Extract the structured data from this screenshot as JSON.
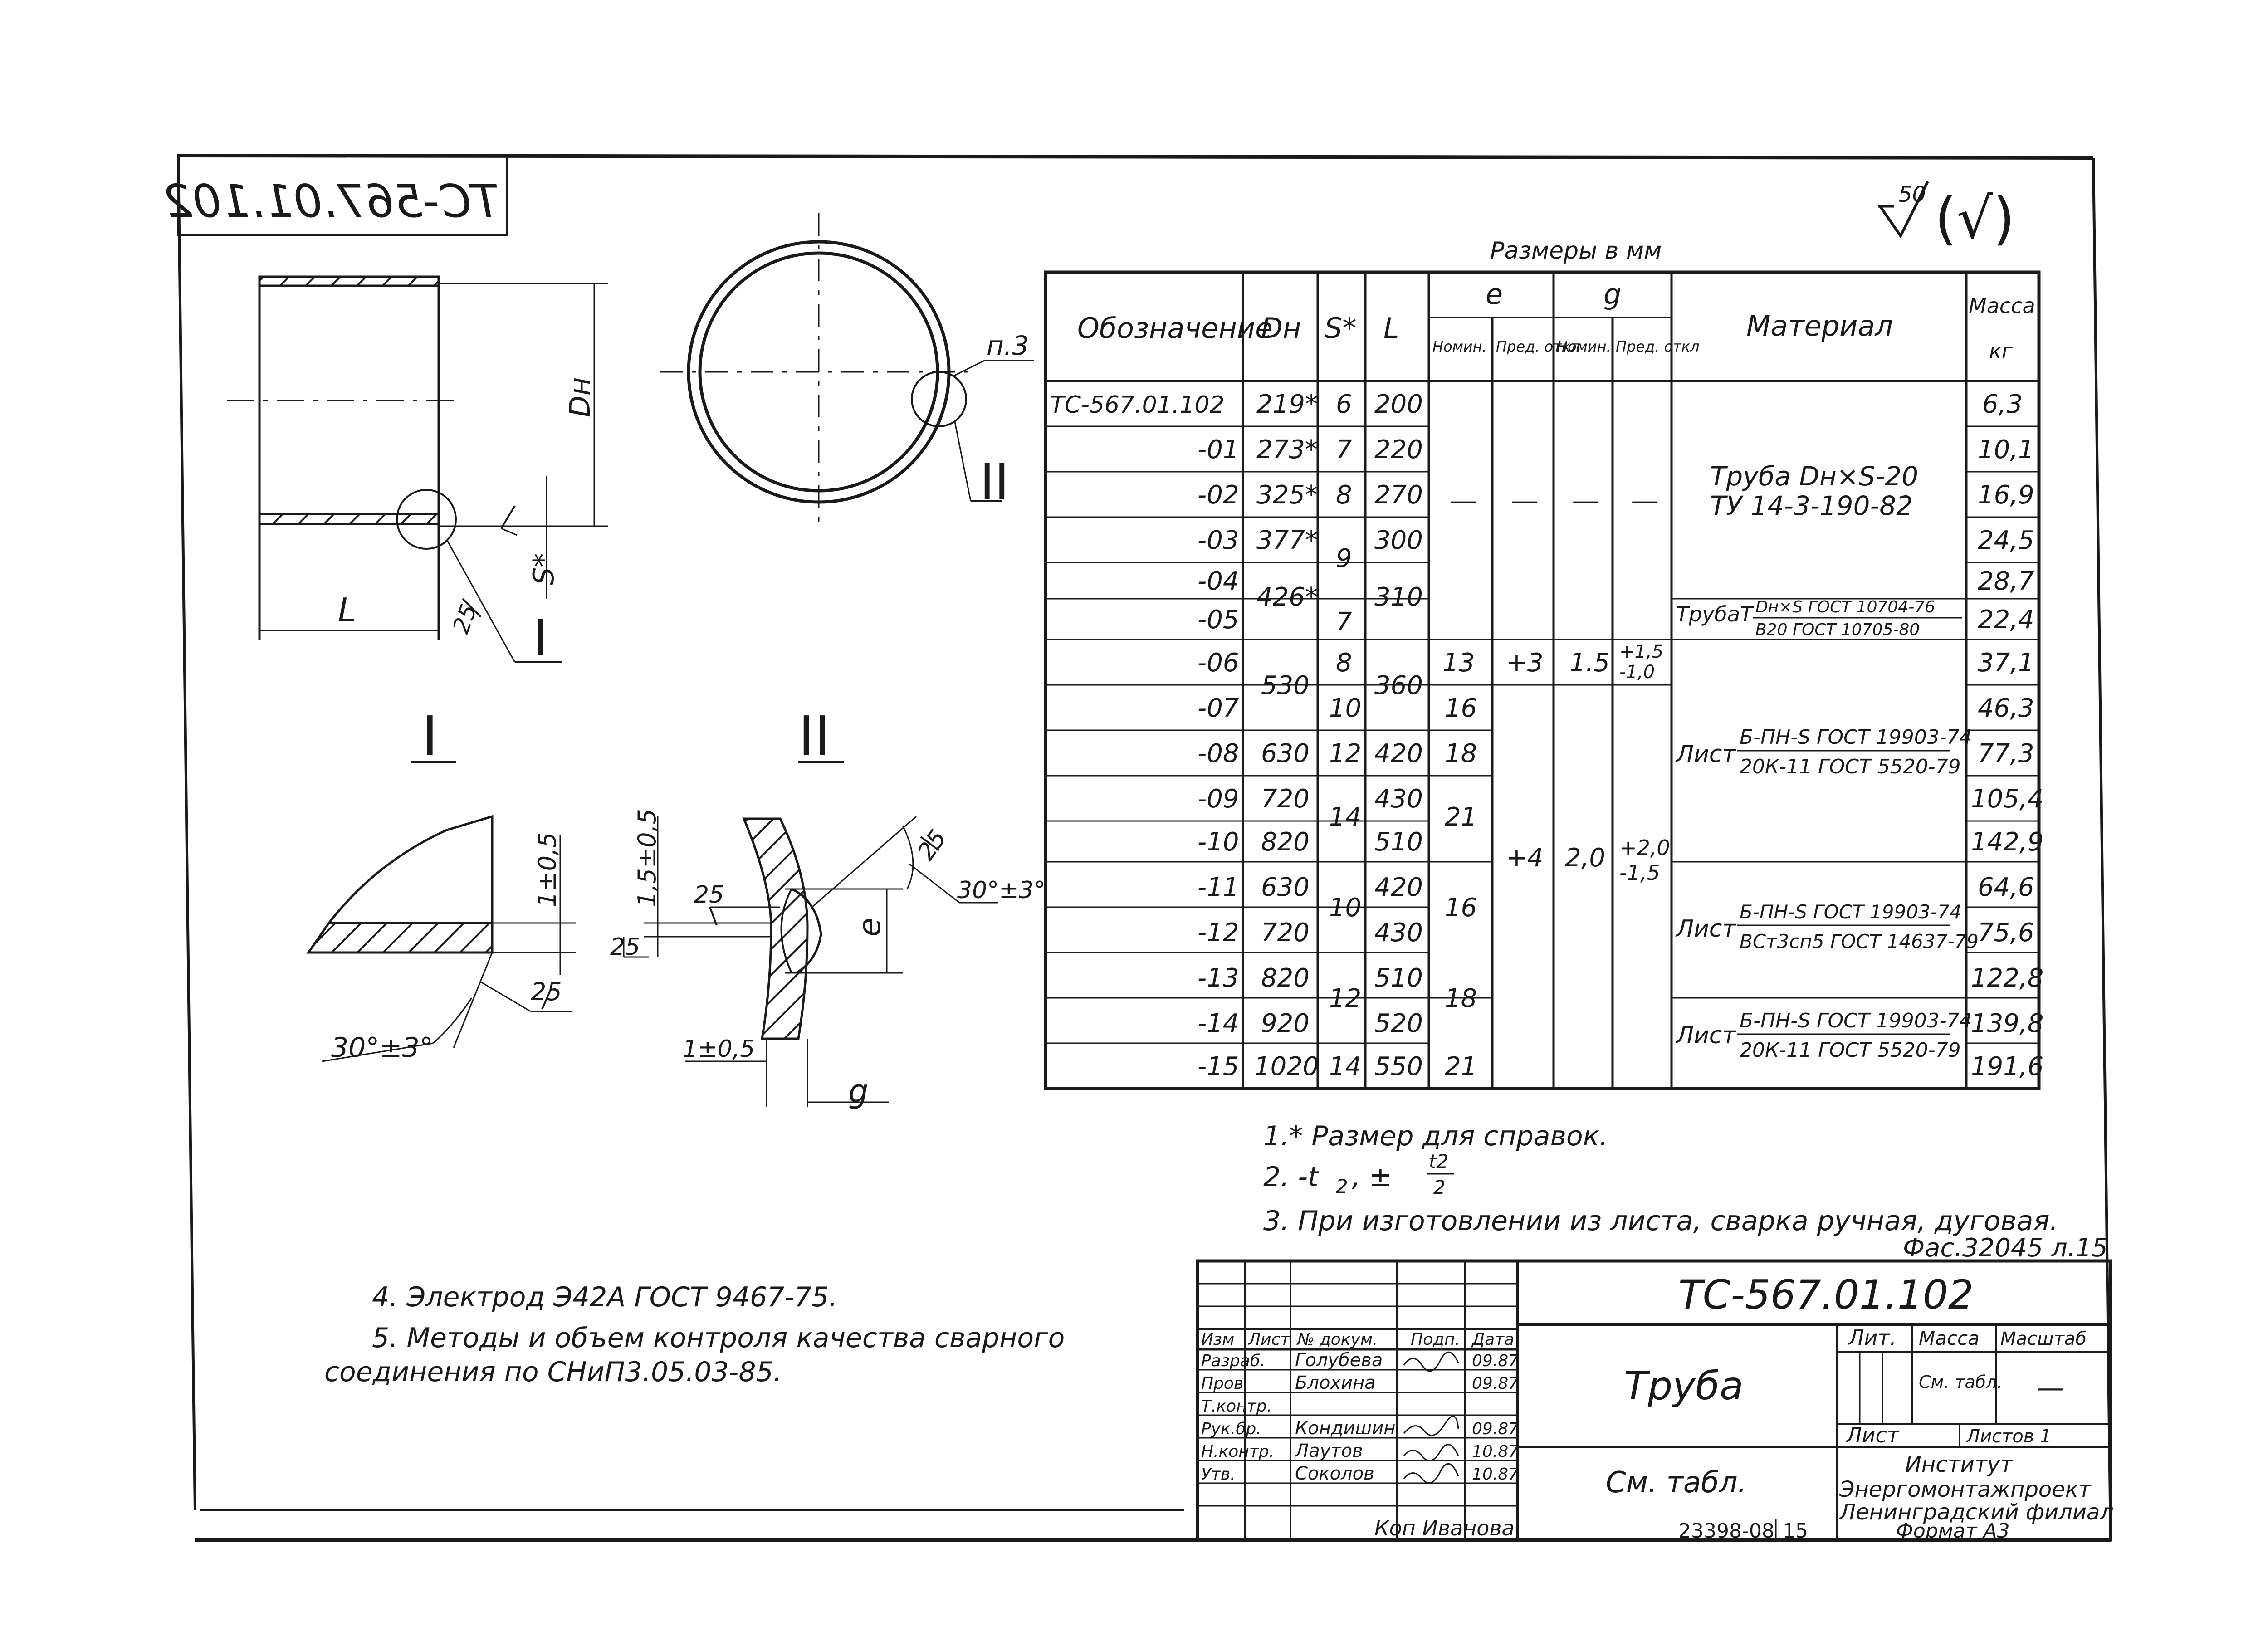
{
  "stamp_mirrored": "ТС-567.01.102",
  "roughness": {
    "value": "50",
    "bracket": "(√)"
  },
  "sizes_note": "Размеры в мм",
  "views": {
    "side": {
      "dim_d": "Dн",
      "dim_l": "L",
      "dim_s": "S*",
      "callout_a": "25",
      "callout_leader": "I"
    },
    "round": {
      "callout": "п.3",
      "callout_leader": "II"
    },
    "detail_labels": [
      "I",
      "II"
    ],
    "detail1": {
      "dim_v": "1±0,5",
      "dim_angle_text": "30°±3°",
      "rough": "25"
    },
    "detail2": {
      "dim_v": "1,5±0,5",
      "dim_e": "e",
      "dim_g": "g",
      "dim_h": "1±0,5",
      "dim_angle_text": "30°±3°",
      "rough_a": "25",
      "rough_b": "25",
      "rough_c": "25"
    }
  },
  "table": {
    "headers": {
      "designation": "Обозначение",
      "dn": "Dн",
      "s": "S*",
      "l": "L",
      "e": "e",
      "g": "g",
      "nom": "Номин.",
      "dev": "Пред. откл",
      "material": "Материал",
      "mass": "Масса",
      "mass_unit": "кг"
    },
    "rows": [
      {
        "des": "ТС-567.01.102",
        "dn": "219*",
        "s": "6",
        "l": "200",
        "mass": "6,3"
      },
      {
        "des": "-01",
        "dn": "273*",
        "s": "7",
        "l": "220",
        "mass": "10,1"
      },
      {
        "des": "-02",
        "dn": "325*",
        "s": "8",
        "l": "270",
        "mass": "16,9"
      },
      {
        "des": "-03",
        "dn": "377*",
        "s": "9",
        "l": "300",
        "mass": "24,5"
      },
      {
        "des": "-04",
        "dn": "426*",
        "s": "",
        "l": "310",
        "mass": "28,7"
      },
      {
        "des": "-05",
        "dn": "",
        "s": "7",
        "l": "",
        "mass": "22,4"
      },
      {
        "des": "-06",
        "dn": "530",
        "s": "8",
        "l": "360",
        "mass": "37,1"
      },
      {
        "des": "-07",
        "dn": "",
        "s": "10",
        "l": "",
        "mass": "46,3"
      },
      {
        "des": "-08",
        "dn": "630",
        "s": "12",
        "l": "420",
        "mass": "77,3"
      },
      {
        "des": "-09",
        "dn": "720",
        "s": "14",
        "l": "430",
        "mass": "105,4"
      },
      {
        "des": "-10",
        "dn": "820",
        "s": "",
        "l": "510",
        "mass": "142,9"
      },
      {
        "des": "-11",
        "dn": "630",
        "s": "10",
        "l": "420",
        "mass": "64,6"
      },
      {
        "des": "-12",
        "dn": "720",
        "s": "",
        "l": "430",
        "mass": "75,6"
      },
      {
        "des": "-13",
        "dn": "820",
        "s": "12",
        "l": "510",
        "mass": "122,8"
      },
      {
        "des": "-14",
        "dn": "920",
        "s": "",
        "l": "520",
        "mass": "139,8"
      },
      {
        "des": "-15",
        "dn": "1020",
        "s": "14",
        "l": "550",
        "mass": "191,6"
      }
    ],
    "dash": "—",
    "eg": {
      "e1": "13",
      "e1_dev": "+3",
      "g1": "1.5",
      "g1_dev_top": "+1,5",
      "g1_dev_bot": "-1,0",
      "e2": "16",
      "e3": "18",
      "e4": "21",
      "e5": "16",
      "e6": "18",
      "e7": "21",
      "e_dev2": "+4",
      "g2": "2,0",
      "g2_dev_top": "+2,0",
      "g2_dev_bot": "-1,5"
    },
    "materials": {
      "m1_l1": "Труба Dн×S-20",
      "m1_l2": "ТУ 14-3-190-82",
      "m2_prefix": "ТрубаТ",
      "m2_num": "Dн×S ГОСТ 10704-76",
      "m2_den": "В20 ГОСТ 10705-80",
      "m3_prefix": "Лист",
      "m3_num": "Б-ПН-S ГОСТ 19903-74",
      "m3_den": "20К-11 ГОСТ 5520-79",
      "m4_prefix": "Лист",
      "m4_num": "Б-ПН-S ГОСТ 19903-74",
      "m4_den": "ВСт3сп5 ГОСТ 14637-79",
      "m5_prefix": "Лист",
      "m5_num": "Б-ПН-S ГОСТ 19903-74",
      "m5_den": "20К-11 ГОСТ 5520-79"
    }
  },
  "notes": {
    "n1": "1.* Размер  для  справок.",
    "n2_a": "2. -t",
    "n2_sub": "2",
    "n2_b": " ,  ±",
    "n2_num": "t2",
    "n2_den": "2",
    "n3": "3.  При изготовлении из листа, сварка ручная, дуговая.",
    "n4": "4.  Электрод  Э42А  ГОСТ 9467-75.",
    "n5_l1": "5. Методы  и объем  контроля  качества  сварного",
    "n5_l2": "соединения  по СНиП3.05.03-85."
  },
  "ref": "Фас.32045 л.15",
  "title_block": {
    "code": "ТС-567.01.102",
    "name": "Труба",
    "material": "См. табл.",
    "head": [
      "Изм",
      "Лист",
      "№ докум.",
      "Подп.",
      "Дата"
    ],
    "roles": [
      {
        "role": "Разраб.",
        "name": "Голубева",
        "date": "09.87"
      },
      {
        "role": "Пров.",
        "name": "Блохина",
        "date": "09.87"
      },
      {
        "role": "Т.контр.",
        "name": "",
        "date": ""
      },
      {
        "role": "Рук.бр.",
        "name": "Кондишин",
        "date": "09.87"
      },
      {
        "role": "Н.контр.",
        "name": "Лаутов",
        "date": "10.87"
      },
      {
        "role": "Утв.",
        "name": "Соколов",
        "date": "10.87"
      }
    ],
    "lit": "Лит.",
    "mass": "Масса",
    "scale": "Масштаб",
    "mass_val": "См. табл.",
    "scale_val": "—",
    "sheet": "Лист",
    "sheets": "Листов 1",
    "org": [
      "Институт",
      "Энергомонтажпроект",
      "Ленинградский филиал"
    ]
  },
  "footer": {
    "copy": "Коп Иванова",
    "num": "23398-08",
    "page": "15",
    "format": "Формат А3"
  }
}
